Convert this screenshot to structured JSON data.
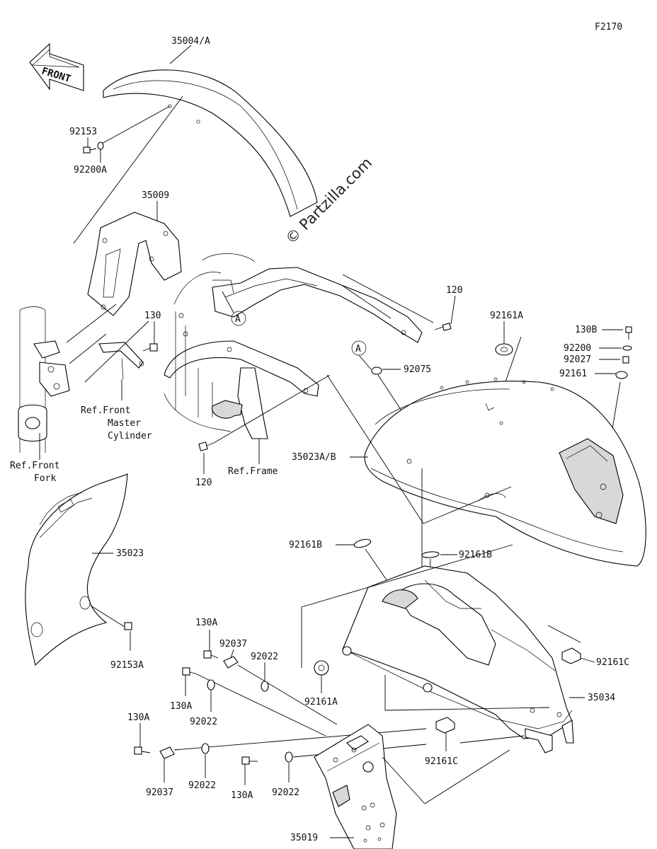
{
  "figure_code": "F2170",
  "front_arrow_label": "FRONT",
  "watermark": "© Partzilla.com",
  "callout_letter": "A",
  "labels": {
    "p35004a": "35004/A",
    "p92153": "92153",
    "p92200a": "92200A",
    "p35009": "35009",
    "p130_top": "130",
    "ref_front_master_1": "Ref.Front",
    "ref_front_master_2": "Master",
    "ref_front_master_3": "Cylinder",
    "ref_front_fork_1": "Ref.Front",
    "ref_front_fork_2": "Fork",
    "p120_top": "120",
    "p120_bottom": "120",
    "ref_frame": "Ref.Frame",
    "p92161a_top": "92161A",
    "p130b": "130B",
    "p92200": "92200",
    "p92027": "92027",
    "p92161": "92161",
    "p92075": "92075",
    "p35023ab": "35023A/B",
    "p35023": "35023",
    "p92153a": "92153A",
    "p92161b_left": "92161B",
    "p92161b_right": "92161B",
    "p92161c_right": "92161C",
    "p130a_1": "130A",
    "p92037_1": "92037",
    "p92022_1": "92022",
    "p130a_2": "130A",
    "p92022_2": "92022",
    "p92161a_bottom": "92161A",
    "p35034": "35034",
    "p130a_3": "130A",
    "p92037_2": "92037",
    "p92022_3": "92022",
    "p130a_4": "130A",
    "p92022_4": "92022",
    "p92161c_bottom": "92161C",
    "p35019": "35019"
  }
}
